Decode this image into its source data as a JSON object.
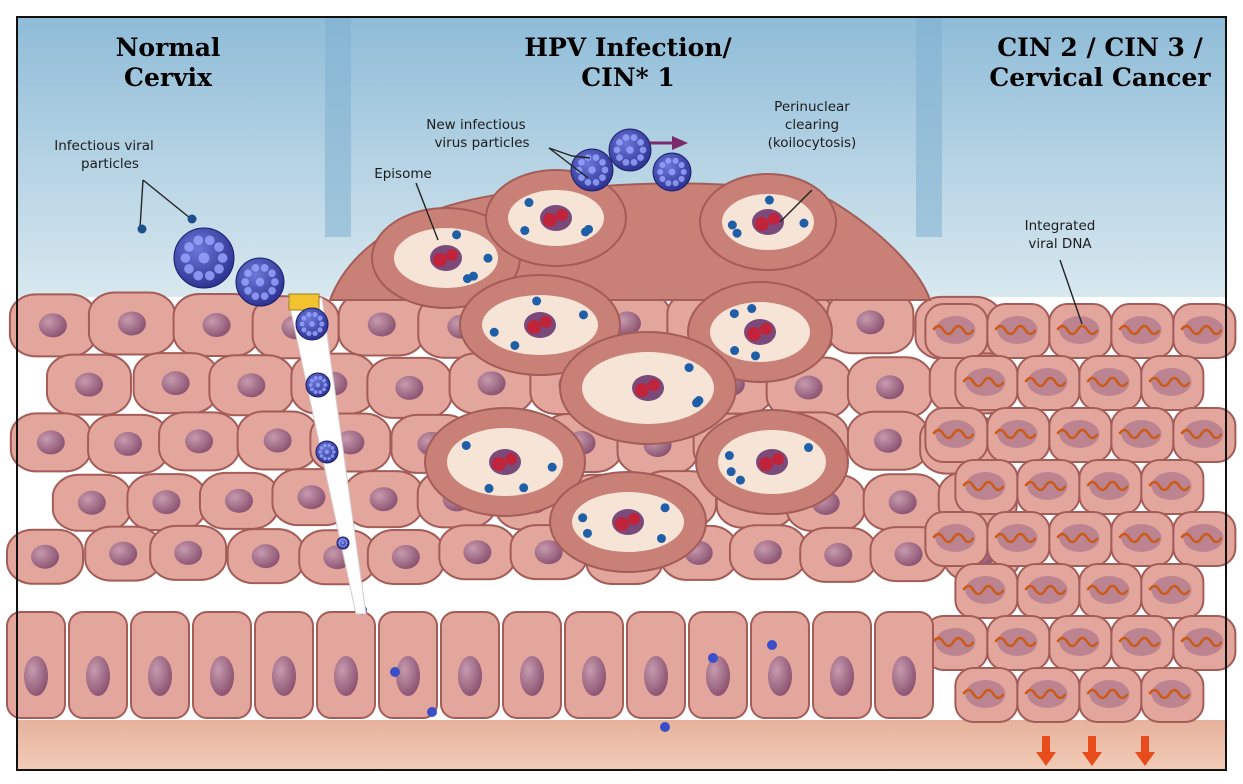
{
  "headers": {
    "normal": [
      "Normal",
      "Cervix"
    ],
    "hpv": [
      "HPV Infection/",
      "CIN* 1"
    ],
    "cin": [
      "CIN 2 / CIN 3 /",
      "Cervical Cancer"
    ]
  },
  "labels": {
    "infectious_viral": [
      "Infectious viral",
      "particles"
    ],
    "new_infectious": [
      "New infectious",
      "virus particles"
    ],
    "episome": "Episome",
    "perinuclear": [
      "Perinuclear",
      "clearing",
      "(koilocytosis)"
    ],
    "integrated": [
      "Integrated",
      "viral DNA"
    ]
  },
  "colors": {
    "sky": "#9cc4dd",
    "cell_fill": "#e2a69c",
    "cell_stroke": "#a45c58",
    "nucleus": "#a06a84",
    "infected_cell": "#c98077",
    "halo": "#f6e4d6",
    "episome_dot": "#1f5fa8",
    "viral_dna": "#cc5a16",
    "arrow": "#e84b1c",
    "basement": "#e8b7a2"
  }
}
